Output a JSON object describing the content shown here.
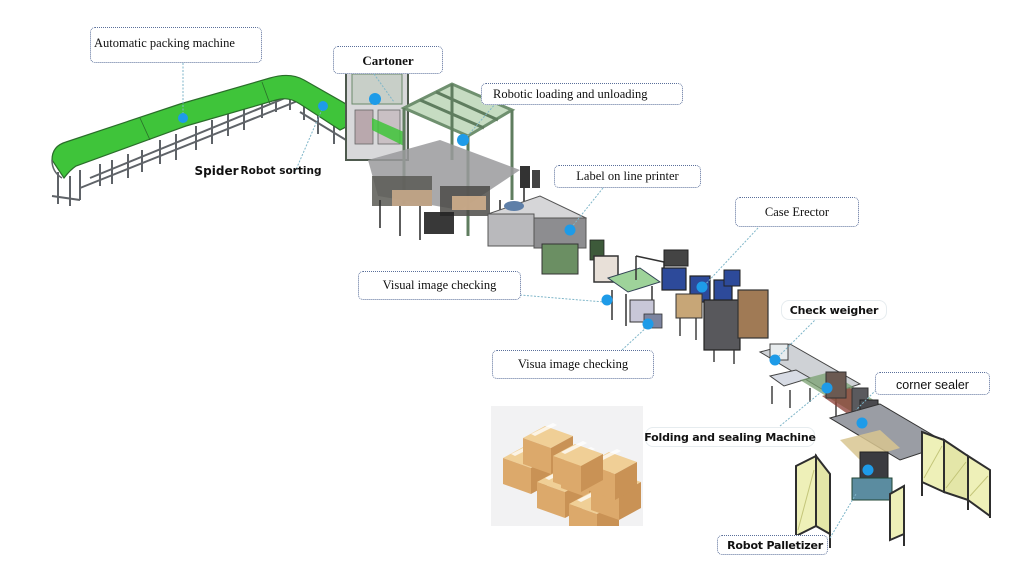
{
  "diagram": {
    "title": "Automated packaging line layout",
    "colors": {
      "conveyor_green": "#3fc43a",
      "frame_gray": "#6b6f73",
      "machine_green": "#8fb38a",
      "callout_dot": "#1e9be8",
      "leader_line": "#7fb6c9",
      "label_border": "#5a6f9a",
      "box_cardboard": "#e2b77a",
      "fence_yellow": "#eef0b8"
    },
    "stations": [
      {
        "id": "automatic-packing-machine",
        "label": "Automatic packing machine",
        "style": "serif"
      },
      {
        "id": "spider-robot-sorting",
        "label_part1": "Spider",
        "label_part2": "Robot sorting",
        "style": "sans-bold"
      },
      {
        "id": "cartoner",
        "label": "Cartoner",
        "style": "serif-bold"
      },
      {
        "id": "robotic-loading-unloading",
        "label": "Robotic loading and unloading",
        "style": "serif"
      },
      {
        "id": "label-on-line-printer",
        "label": "Label on line printer",
        "style": "serif"
      },
      {
        "id": "case-erector",
        "label": "Case Erector",
        "style": "serif"
      },
      {
        "id": "visual-image-checking-1",
        "label": "Visual image checking",
        "style": "serif"
      },
      {
        "id": "visual-image-checking-2",
        "label": "Visua image checking",
        "style": "serif"
      },
      {
        "id": "check-weigher",
        "label": "Check weigher",
        "style": "sans-bold"
      },
      {
        "id": "corner-sealer",
        "label": "corner sealer",
        "style": "sans"
      },
      {
        "id": "folding-sealing-machine",
        "label": "Folding and sealing Machine",
        "style": "sans-bold"
      },
      {
        "id": "robot-palletizer",
        "label": "Robot Palletizer",
        "style": "sans-bold"
      }
    ],
    "product_image": {
      "name": "stacked cardboard boxes",
      "box_count": 8
    }
  }
}
